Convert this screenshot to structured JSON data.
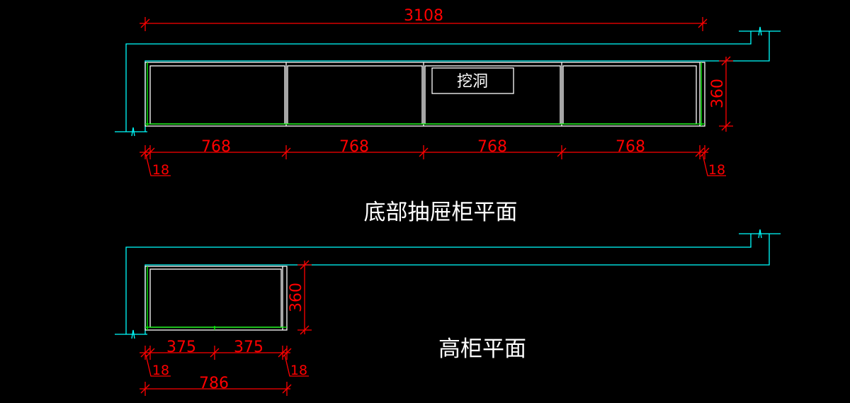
{
  "colors": {
    "background": "#000000",
    "wall": "#00ffff",
    "cabinet": "#ffffff",
    "panel": "#00ff00",
    "dimension": "#ff0000",
    "title": "#ffffff"
  },
  "base_cabinet": {
    "title": "底部抽屉柜平面",
    "overall_width": "3108",
    "depth": "360",
    "bay_widths": [
      "768",
      "768",
      "768",
      "768"
    ],
    "left_panel": "18",
    "right_panel": "18",
    "cutout_label": "挖洞"
  },
  "tall_cabinet": {
    "title": "高柜平面",
    "depth": "360",
    "bay_widths": [
      "375",
      "375"
    ],
    "left_panel": "18",
    "right_panel": "18",
    "overall_width": "786"
  }
}
